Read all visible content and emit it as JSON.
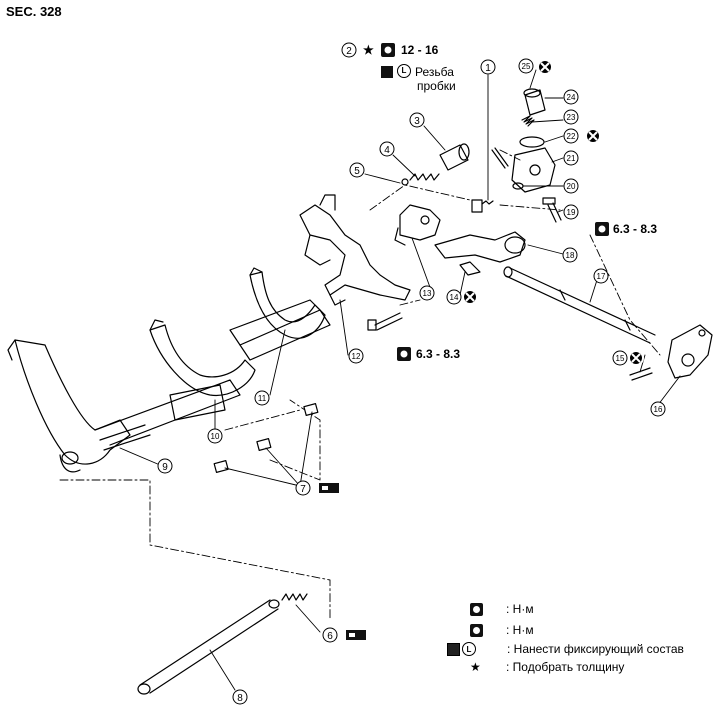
{
  "header": {
    "section": "SEC. 328"
  },
  "callouts": {
    "torque_top": "12 - 16",
    "plug_note_line1": "Резьба",
    "plug_note_line2": "пробки",
    "torque_bolt_right": "6.3 - 8.3",
    "torque_bolt_mid": "6.3 - 8.3",
    "star": "★",
    "L": "L"
  },
  "part_numbers": [
    "1",
    "2",
    "3",
    "4",
    "5",
    "6",
    "7",
    "8",
    "9",
    "10",
    "11",
    "12",
    "13",
    "14",
    "15",
    "16",
    "17",
    "18",
    "19",
    "20",
    "21",
    "22",
    "23",
    "24",
    "25"
  ],
  "legend": {
    "row1": ": Н·м",
    "row2": ": Н·м",
    "row3": ": Нанести фиксирующий состав",
    "row4": ": Подобрать толщину",
    "star": "★",
    "L": "L"
  },
  "colors": {
    "ink": "#000000",
    "paper": "#ffffff"
  }
}
